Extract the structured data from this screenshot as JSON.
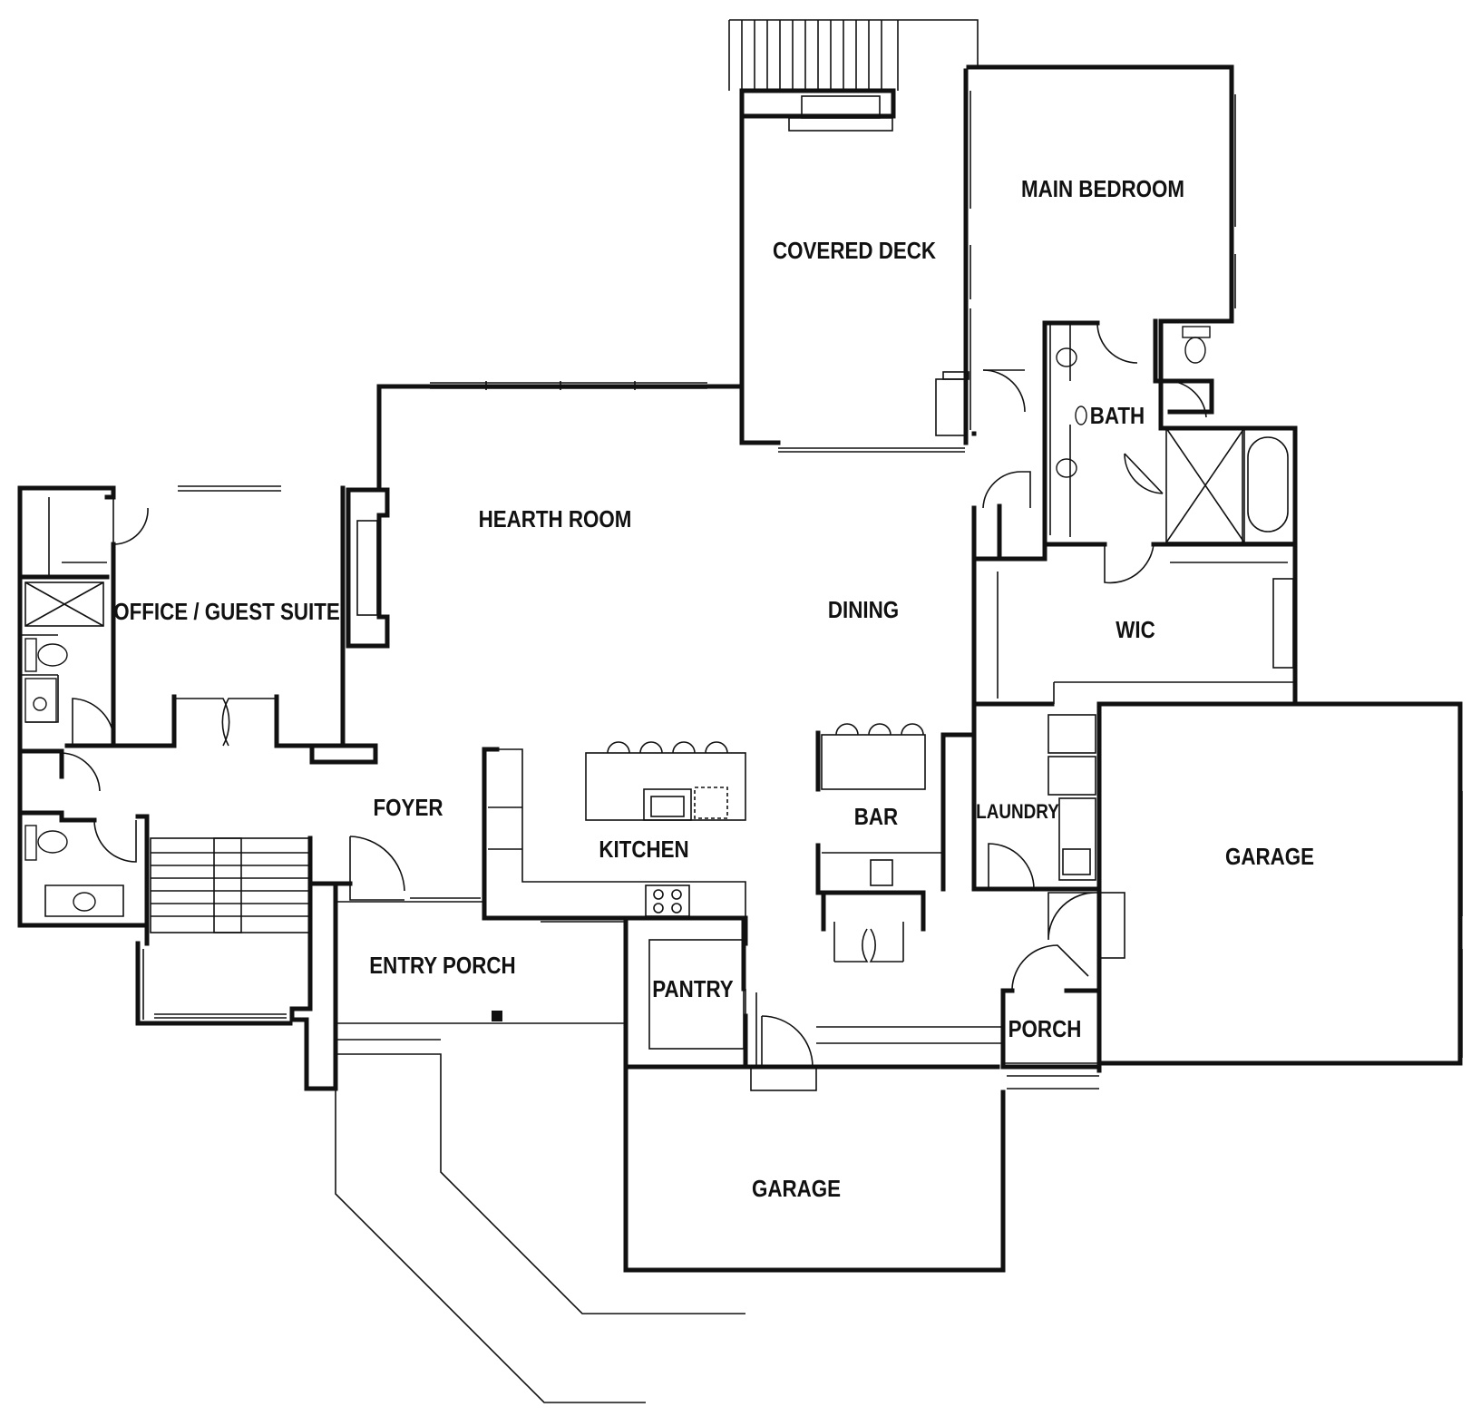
{
  "plan": {
    "rooms": {
      "covered_deck": "COVERED DECK",
      "main_bedroom": "MAIN BEDROOM",
      "bath": "BATH",
      "hearth_room": "HEARTH ROOM",
      "office_guest_suite": "OFFICE / GUEST SUITE",
      "dining": "DINING",
      "wic": "WIC",
      "foyer": "FOYER",
      "kitchen": "KITCHEN",
      "bar": "BAR",
      "laundry": "LAUNDRY",
      "garage_right": "GARAGE",
      "entry_porch": "ENTRY PORCH",
      "pantry": "PANTRY",
      "porch": "PORCH",
      "garage_bottom": "GARAGE"
    }
  }
}
